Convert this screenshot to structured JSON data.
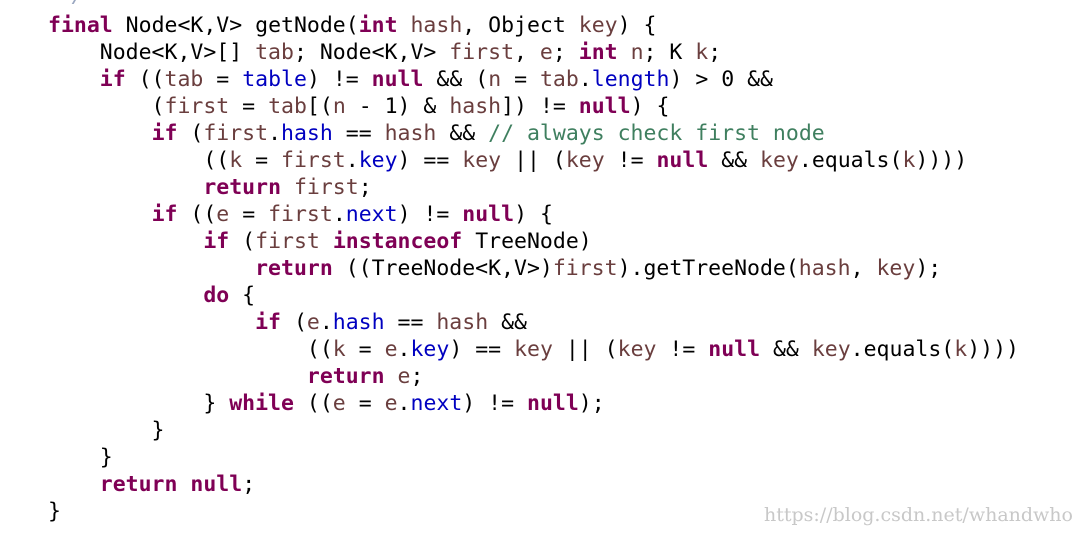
{
  "colors": {
    "keyword": "#7f0055",
    "field": "#0000c0",
    "variable": "#6a3e3e",
    "comment": "#3f7f5f",
    "text": "#000000",
    "watermark": "#c8c8c8"
  },
  "watermark": "https://blog.csdn.net/whandwho",
  "lines": [
    [
      [
        "kw",
        "final"
      ],
      [
        "t",
        " Node<K,V> getNode("
      ],
      [
        "kw",
        "int"
      ],
      [
        "t",
        " "
      ],
      [
        "var",
        "hash"
      ],
      [
        "t",
        ", Object "
      ],
      [
        "var",
        "key"
      ],
      [
        "t",
        ") {"
      ]
    ],
    [
      [
        "t",
        "    Node<K,V>[] "
      ],
      [
        "var",
        "tab"
      ],
      [
        "t",
        "; Node<K,V> "
      ],
      [
        "var",
        "first"
      ],
      [
        "t",
        ", "
      ],
      [
        "var",
        "e"
      ],
      [
        "t",
        "; "
      ],
      [
        "kw",
        "int"
      ],
      [
        "t",
        " "
      ],
      [
        "var",
        "n"
      ],
      [
        "t",
        "; K "
      ],
      [
        "var",
        "k"
      ],
      [
        "t",
        ";"
      ]
    ],
    [
      [
        "t",
        "    "
      ],
      [
        "kw",
        "if"
      ],
      [
        "t",
        " (("
      ],
      [
        "var",
        "tab"
      ],
      [
        "t",
        " = "
      ],
      [
        "fld",
        "table"
      ],
      [
        "t",
        ") != "
      ],
      [
        "kw",
        "null"
      ],
      [
        "t",
        " && ("
      ],
      [
        "var",
        "n"
      ],
      [
        "t",
        " = "
      ],
      [
        "var",
        "tab"
      ],
      [
        "t",
        "."
      ],
      [
        "fld",
        "length"
      ],
      [
        "t",
        ") > 0 &&"
      ]
    ],
    [
      [
        "t",
        "        ("
      ],
      [
        "var",
        "first"
      ],
      [
        "t",
        " = "
      ],
      [
        "var",
        "tab"
      ],
      [
        "t",
        "[("
      ],
      [
        "var",
        "n"
      ],
      [
        "t",
        " - 1) & "
      ],
      [
        "var",
        "hash"
      ],
      [
        "t",
        "]) != "
      ],
      [
        "kw",
        "null"
      ],
      [
        "t",
        ") {"
      ]
    ],
    [
      [
        "t",
        "        "
      ],
      [
        "kw",
        "if"
      ],
      [
        "t",
        " ("
      ],
      [
        "var",
        "first"
      ],
      [
        "t",
        "."
      ],
      [
        "fld",
        "hash"
      ],
      [
        "t",
        " == "
      ],
      [
        "var",
        "hash"
      ],
      [
        "t",
        " && "
      ],
      [
        "cm",
        "// always check first node"
      ]
    ],
    [
      [
        "t",
        "            (("
      ],
      [
        "var",
        "k"
      ],
      [
        "t",
        " = "
      ],
      [
        "var",
        "first"
      ],
      [
        "t",
        "."
      ],
      [
        "fld",
        "key"
      ],
      [
        "t",
        ") == "
      ],
      [
        "var",
        "key"
      ],
      [
        "t",
        " || ("
      ],
      [
        "var",
        "key"
      ],
      [
        "t",
        " != "
      ],
      [
        "kw",
        "null"
      ],
      [
        "t",
        " && "
      ],
      [
        "var",
        "key"
      ],
      [
        "t",
        ".equals("
      ],
      [
        "var",
        "k"
      ],
      [
        "t",
        "))))"
      ]
    ],
    [
      [
        "t",
        "            "
      ],
      [
        "kw",
        "return"
      ],
      [
        "t",
        " "
      ],
      [
        "var",
        "first"
      ],
      [
        "t",
        ";"
      ]
    ],
    [
      [
        "t",
        "        "
      ],
      [
        "kw",
        "if"
      ],
      [
        "t",
        " (("
      ],
      [
        "var",
        "e"
      ],
      [
        "t",
        " = "
      ],
      [
        "var",
        "first"
      ],
      [
        "t",
        "."
      ],
      [
        "fld",
        "next"
      ],
      [
        "t",
        ") != "
      ],
      [
        "kw",
        "null"
      ],
      [
        "t",
        ") {"
      ]
    ],
    [
      [
        "t",
        "            "
      ],
      [
        "kw",
        "if"
      ],
      [
        "t",
        " ("
      ],
      [
        "var",
        "first"
      ],
      [
        "t",
        " "
      ],
      [
        "kw",
        "instanceof"
      ],
      [
        "t",
        " TreeNode)"
      ]
    ],
    [
      [
        "t",
        "                "
      ],
      [
        "kw",
        "return"
      ],
      [
        "t",
        " ((TreeNode<K,V>)"
      ],
      [
        "var",
        "first"
      ],
      [
        "t",
        ").getTreeNode("
      ],
      [
        "var",
        "hash"
      ],
      [
        "t",
        ", "
      ],
      [
        "var",
        "key"
      ],
      [
        "t",
        ");"
      ]
    ],
    [
      [
        "t",
        "            "
      ],
      [
        "kw",
        "do"
      ],
      [
        "t",
        " {"
      ]
    ],
    [
      [
        "t",
        "                "
      ],
      [
        "kw",
        "if"
      ],
      [
        "t",
        " ("
      ],
      [
        "var",
        "e"
      ],
      [
        "t",
        "."
      ],
      [
        "fld",
        "hash"
      ],
      [
        "t",
        " == "
      ],
      [
        "var",
        "hash"
      ],
      [
        "t",
        " &&"
      ]
    ],
    [
      [
        "t",
        "                    (("
      ],
      [
        "var",
        "k"
      ],
      [
        "t",
        " = "
      ],
      [
        "var",
        "e"
      ],
      [
        "t",
        "."
      ],
      [
        "fld",
        "key"
      ],
      [
        "t",
        ") == "
      ],
      [
        "var",
        "key"
      ],
      [
        "t",
        " || ("
      ],
      [
        "var",
        "key"
      ],
      [
        "t",
        " != "
      ],
      [
        "kw",
        "null"
      ],
      [
        "t",
        " && "
      ],
      [
        "var",
        "key"
      ],
      [
        "t",
        ".equals("
      ],
      [
        "var",
        "k"
      ],
      [
        "t",
        "))))"
      ]
    ],
    [
      [
        "t",
        "                    "
      ],
      [
        "kw",
        "return"
      ],
      [
        "t",
        " "
      ],
      [
        "var",
        "e"
      ],
      [
        "t",
        ";"
      ]
    ],
    [
      [
        "t",
        "            } "
      ],
      [
        "kw",
        "while"
      ],
      [
        "t",
        " (("
      ],
      [
        "var",
        "e"
      ],
      [
        "t",
        " = "
      ],
      [
        "var",
        "e"
      ],
      [
        "t",
        "."
      ],
      [
        "fld",
        "next"
      ],
      [
        "t",
        ") != "
      ],
      [
        "kw",
        "null"
      ],
      [
        "t",
        ");"
      ]
    ],
    [
      [
        "t",
        "        }"
      ]
    ],
    [
      [
        "t",
        "    }"
      ]
    ],
    [
      [
        "t",
        "    "
      ],
      [
        "kw",
        "return"
      ],
      [
        "t",
        " "
      ],
      [
        "kw",
        "null"
      ],
      [
        "t",
        ";"
      ]
    ],
    [
      [
        "t",
        "}"
      ]
    ]
  ]
}
